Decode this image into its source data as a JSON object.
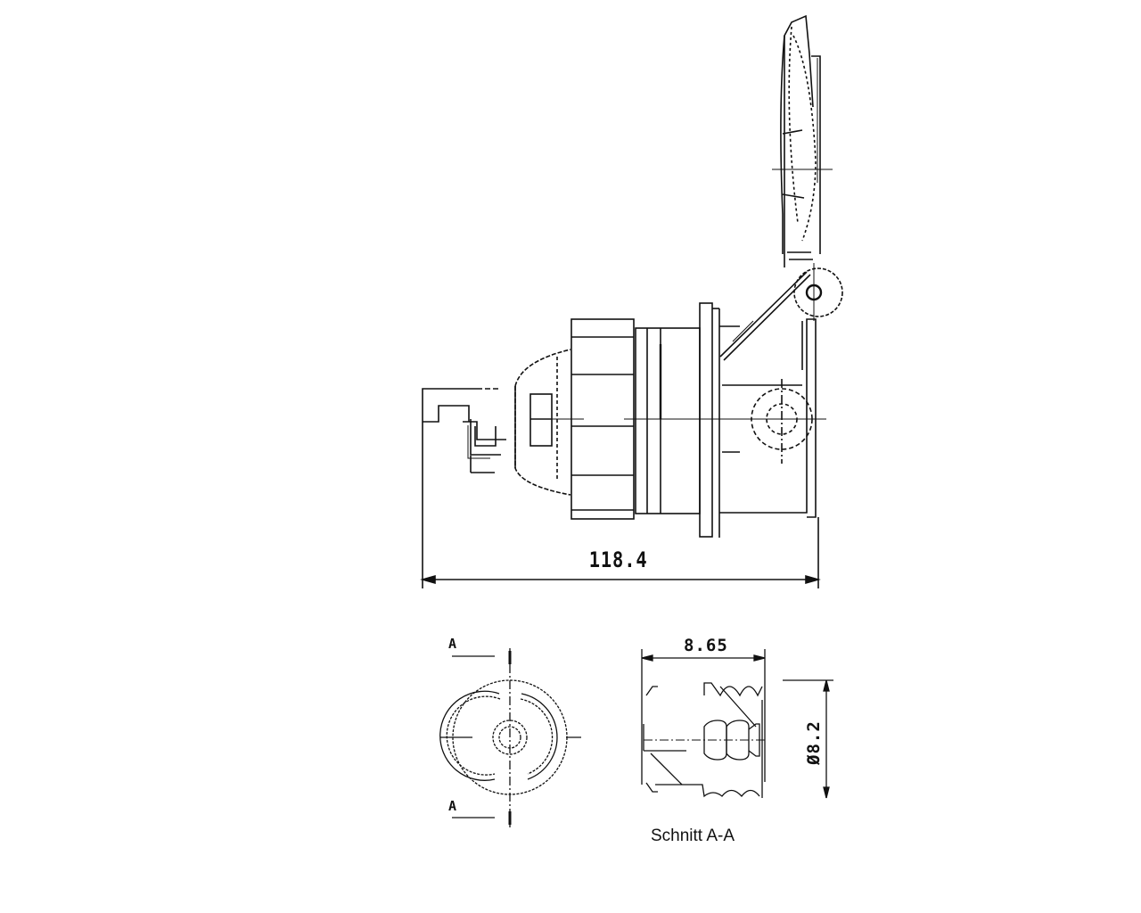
{
  "drawing": {
    "main_view": {
      "overall_length_dim": "118.4"
    },
    "section_view": {
      "width_dim": "8.65",
      "diameter_dim": "Ø8.2",
      "caption": "Schnitt A-A"
    },
    "end_view": {
      "section_label_top": "A",
      "section_label_bottom": "A"
    },
    "colors": {
      "line": "#111111",
      "background": "#ffffff"
    }
  }
}
